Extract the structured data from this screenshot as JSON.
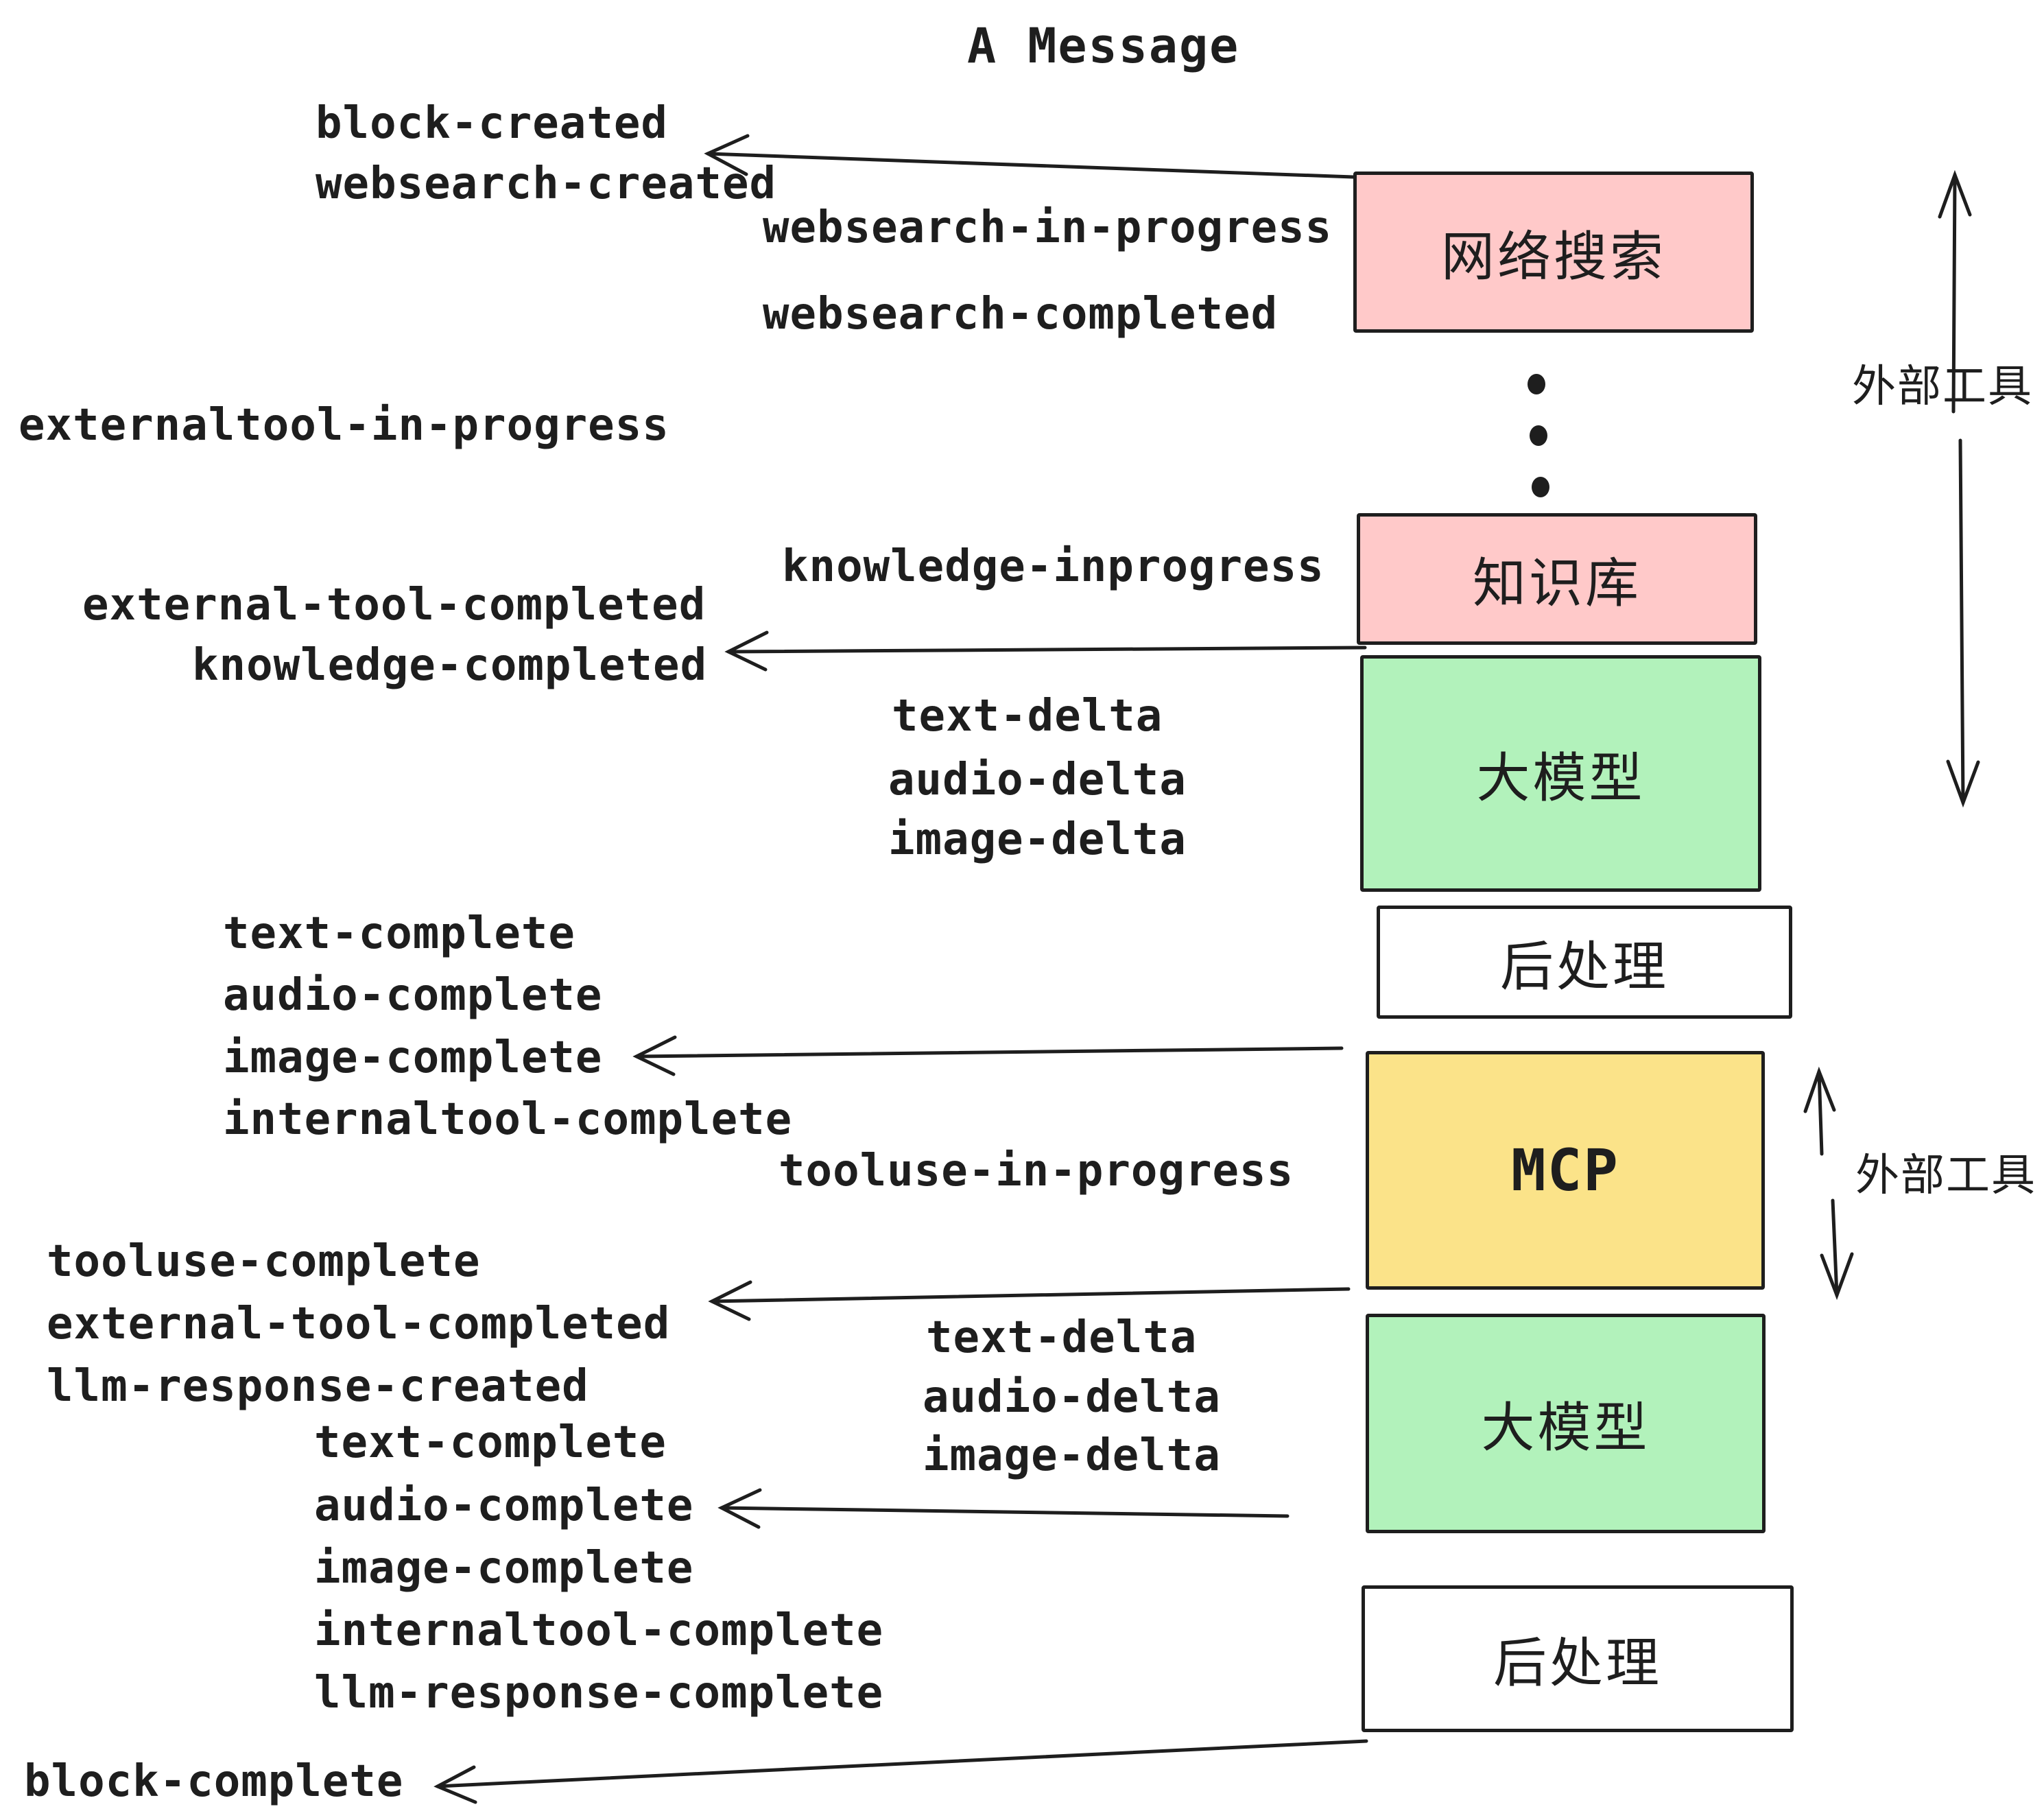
{
  "title": "A Message",
  "colors": {
    "pink": "#ffc9c9",
    "green": "#b2f2bb",
    "yellow": "#fbe389",
    "white": "#ffffff",
    "stroke": "#1e1e1e"
  },
  "boxes": [
    {
      "id": "websearch",
      "label": "网络搜索",
      "color": "pink"
    },
    {
      "id": "knowledge",
      "label": "知识库",
      "color": "pink"
    },
    {
      "id": "llm1",
      "label": "大模型",
      "color": "green"
    },
    {
      "id": "post1",
      "label": "后处理",
      "color": "white"
    },
    {
      "id": "mcp",
      "label": "MCP",
      "color": "yellow"
    },
    {
      "id": "llm2",
      "label": "大模型",
      "color": "green"
    },
    {
      "id": "post2",
      "label": "后处理",
      "color": "white"
    }
  ],
  "side_labels": [
    {
      "text": "外部工具"
    },
    {
      "text": "外部工具"
    }
  ],
  "events": {
    "block_created": "block-created",
    "websearch_created": "websearch-created",
    "websearch_in_progress": "websearch-in-progress",
    "websearch_completed": "websearch-completed",
    "externaltool_in_progress": "externaltool-in-progress",
    "knowledge_inprogress": "knowledge-inprogress",
    "external_tool_completed": "external-tool-completed",
    "knowledge_completed": "knowledge-completed",
    "text_delta": "text-delta",
    "audio_delta": "audio-delta",
    "image_delta": "image-delta",
    "text_complete": "text-complete",
    "audio_complete": "audio-complete",
    "image_complete": "image-complete",
    "internaltool_complete": "internaltool-complete",
    "tooluse_in_progress": "tooluse-in-progress",
    "tooluse_complete": "tooluse-complete",
    "external_tool_completed_2": "external-tool-completed",
    "llm_response_created": "llm-response-created",
    "text_complete_2": "text-complete",
    "audio_complete_2": "audio-complete",
    "image_complete_2": "image-complete",
    "internaltool_complete_2": "internaltool-complete",
    "llm_response_complete": "llm-response-complete",
    "block_complete": "block-complete"
  }
}
